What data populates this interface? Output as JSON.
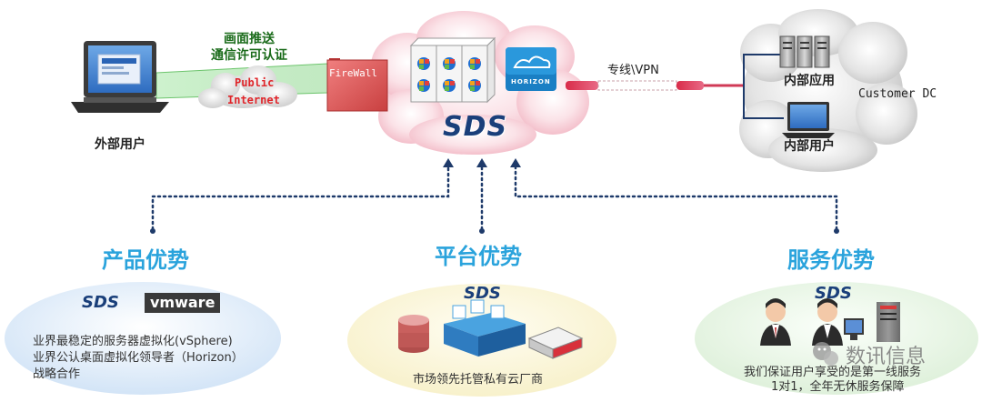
{
  "top": {
    "external_user": "外部用户",
    "push_line1": "画面推送",
    "push_line2": "通信许可认证",
    "public_internet_line1": "Public",
    "public_internet_line2": "Internet",
    "firewall": "FireWall",
    "sds_logo": "SDS",
    "horizon_logo": "HORIZON",
    "vpn": "专线\\VPN",
    "internal_apps": "内部应用",
    "internal_users": "内部用户",
    "customer_dc": "Customer DC"
  },
  "panels": [
    {
      "title": "产品优势",
      "logos": [
        "SDS",
        "vmware"
      ],
      "lines": [
        "业界最稳定的服务器虚拟化(vSphere)",
        "业界公认桌面虚拟化领导者（Horizon）",
        "战略合作"
      ]
    },
    {
      "title": "平台优势",
      "logos": [
        "SDS"
      ],
      "lines": [
        "市场领先托管私有云厂商"
      ]
    },
    {
      "title": "服务优势",
      "logos": [
        "SDS"
      ],
      "lines": [
        "我们保证用户享受的是第一线服务",
        "1对1，全年无休服务保障"
      ]
    }
  ],
  "watermark": "数讯信息",
  "colors": {
    "accent_blue": "#2aa3dc",
    "cloud_pink": "#f7c9d2",
    "firewall_red": "#e05a5a",
    "dc_gray": "#c9c9c9",
    "green_text": "#1a6b1a",
    "red_text": "#e0262b"
  }
}
